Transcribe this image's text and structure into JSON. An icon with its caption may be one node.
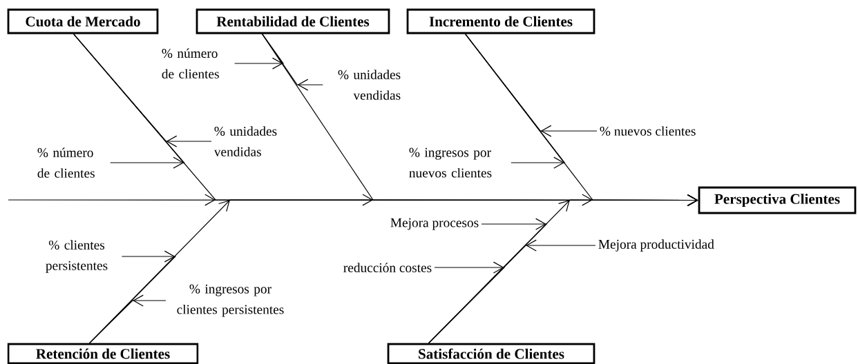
{
  "diagram": {
    "nodes": [
      {
        "text": [
          "Cuota de Mercado"
        ]
      },
      {
        "text": [
          "Rentabilidad de Clientes"
        ]
      },
      {
        "text": [
          "Incremento de Clientes"
        ]
      },
      {
        "text": [
          "Perspectiva Clientes"
        ]
      },
      {
        "text": [
          "Retención de Clientes"
        ]
      },
      {
        "text": [
          "Satisfacción de Clientes"
        ]
      },
      {
        "text": [
          "% número de clientes"
        ]
      },
      {
        "text": [
          "% unidades vendidas"
        ]
      },
      {
        "text": [
          "% unidades vendidas"
        ]
      },
      {
        "text": [
          "% nuevos clientes"
        ]
      },
      {
        "text": [
          "% número de clientes"
        ]
      },
      {
        "text": [
          "% ingresos por nuevos clientes"
        ]
      },
      {
        "text": [
          "Mejora procesos"
        ]
      },
      {
        "text": [
          "Mejora productividad"
        ]
      },
      {
        "text": [
          "% clientes persistentes"
        ]
      },
      {
        "text": [
          "reducción costes"
        ]
      },
      {
        "text": [
          "% ingresos por clientes persistentes"
        ]
      }
    ],
    "edges": [
      {
        "from": null,
        "to": 3,
        "arrow": "to"
      },
      {
        "from": 0,
        "to": 3,
        "arrow": "to"
      },
      {
        "from": 1,
        "to": 3,
        "arrow": "to"
      },
      {
        "from": 2,
        "to": 3,
        "arrow": "to"
      },
      {
        "from": 4,
        "to": 3,
        "arrow": "to"
      },
      {
        "from": 5,
        "to": 3,
        "arrow": "to"
      },
      {
        "from": 6,
        "to": 1,
        "arrow": "to"
      },
      {
        "from": 7,
        "to": 1,
        "arrow": "to"
      },
      {
        "from": 8,
        "to": 0,
        "arrow": "to"
      },
      {
        "from": 9,
        "to": 2,
        "arrow": "to"
      },
      {
        "from": 10,
        "to": 0,
        "arrow": "to"
      },
      {
        "from": 11,
        "to": 2,
        "arrow": "to"
      },
      {
        "from": 12,
        "to": 5,
        "arrow": "to"
      },
      {
        "from": 13,
        "to": 5,
        "arrow": "to"
      },
      {
        "from": 14,
        "to": 4,
        "arrow": "to"
      },
      {
        "from": 15,
        "to": 5,
        "arrow": "to"
      },
      {
        "from": 16,
        "to": 4,
        "arrow": "to"
      }
    ]
  }
}
